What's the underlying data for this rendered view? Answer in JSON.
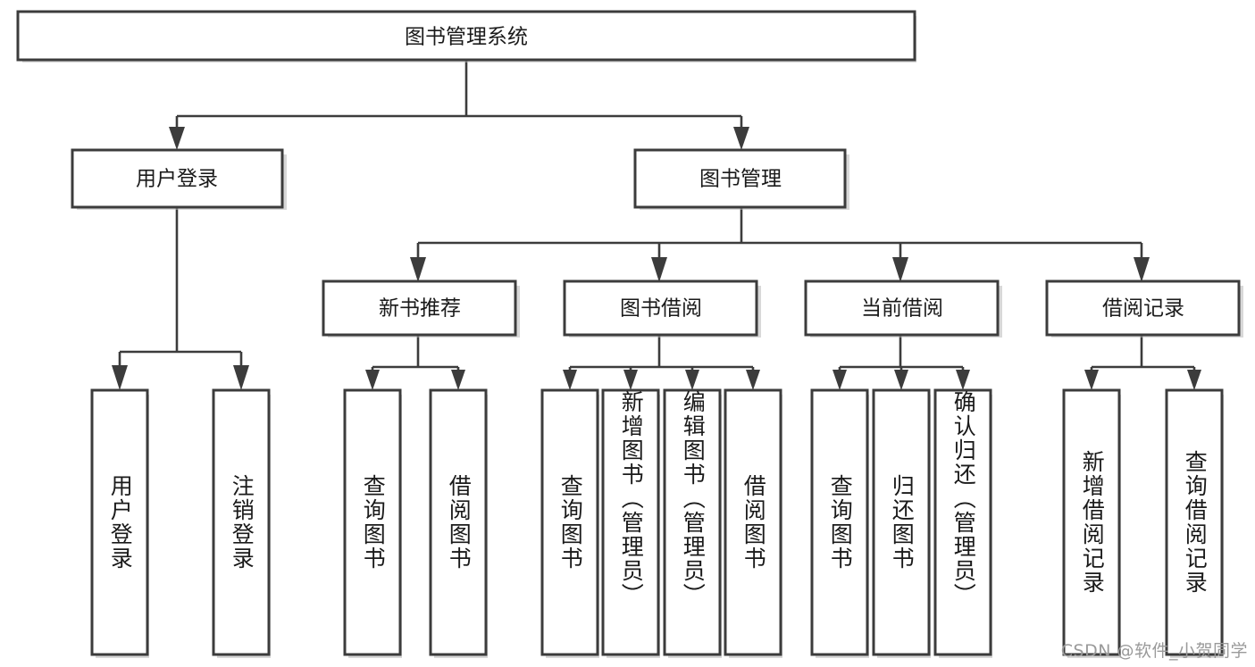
{
  "diagram": {
    "type": "tree",
    "title": "图书管理系统",
    "watermark": "CSDN @软件_小贺同学",
    "colors": {
      "box_stroke": "#3c3c3c",
      "box_fill": "#ffffff",
      "text": "#1a1a1a",
      "watermark": "#9a9a9a",
      "background": "#ffffff"
    },
    "root": {
      "label": "图书管理系统"
    },
    "level2": [
      {
        "label": "用户登录"
      },
      {
        "label": "图书管理"
      }
    ],
    "level3": [
      {
        "label": "新书推荐"
      },
      {
        "label": "图书借阅"
      },
      {
        "label": "当前借阅"
      },
      {
        "label": "借阅记录"
      }
    ],
    "leaves": {
      "user_login": [
        {
          "label": "用户登录"
        },
        {
          "label": "注销登录"
        }
      ],
      "new_book_recommend": [
        {
          "label": "查询图书"
        },
        {
          "label": "借阅图书"
        }
      ],
      "book_borrow": [
        {
          "label": "查询图书"
        },
        {
          "label": "新增图书（管理员）"
        },
        {
          "label": "编辑图书（管理员）"
        },
        {
          "label": "借阅图书"
        }
      ],
      "current_borrow": [
        {
          "label": "查询图书"
        },
        {
          "label": "归还图书"
        },
        {
          "label": "确认归还（管理员）"
        }
      ],
      "borrow_record": [
        {
          "label": "新增借阅记录"
        },
        {
          "label": "查询借阅记录"
        }
      ]
    }
  }
}
